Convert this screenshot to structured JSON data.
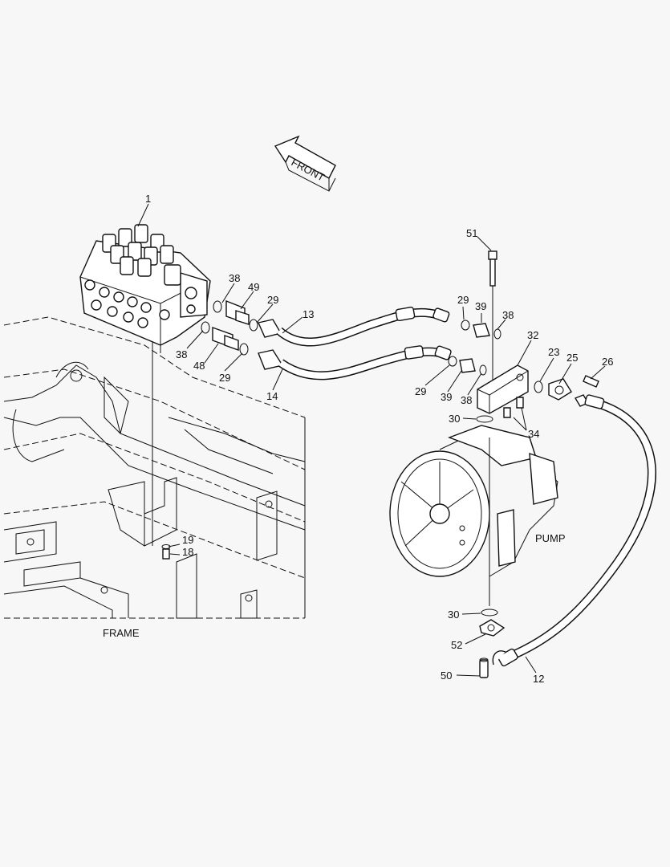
{
  "orientation": {
    "front_label": "FRONT"
  },
  "assemblies": {
    "frame_label": "FRAME",
    "pump_label": "PUMP"
  },
  "callouts": [
    "1",
    "38",
    "49",
    "29",
    "13",
    "38",
    "48",
    "29",
    "14",
    "51",
    "29",
    "39",
    "38",
    "32",
    "23",
    "25",
    "26",
    "29",
    "39",
    "38",
    "30",
    "34",
    "19",
    "18",
    "30",
    "52",
    "50",
    "12"
  ]
}
